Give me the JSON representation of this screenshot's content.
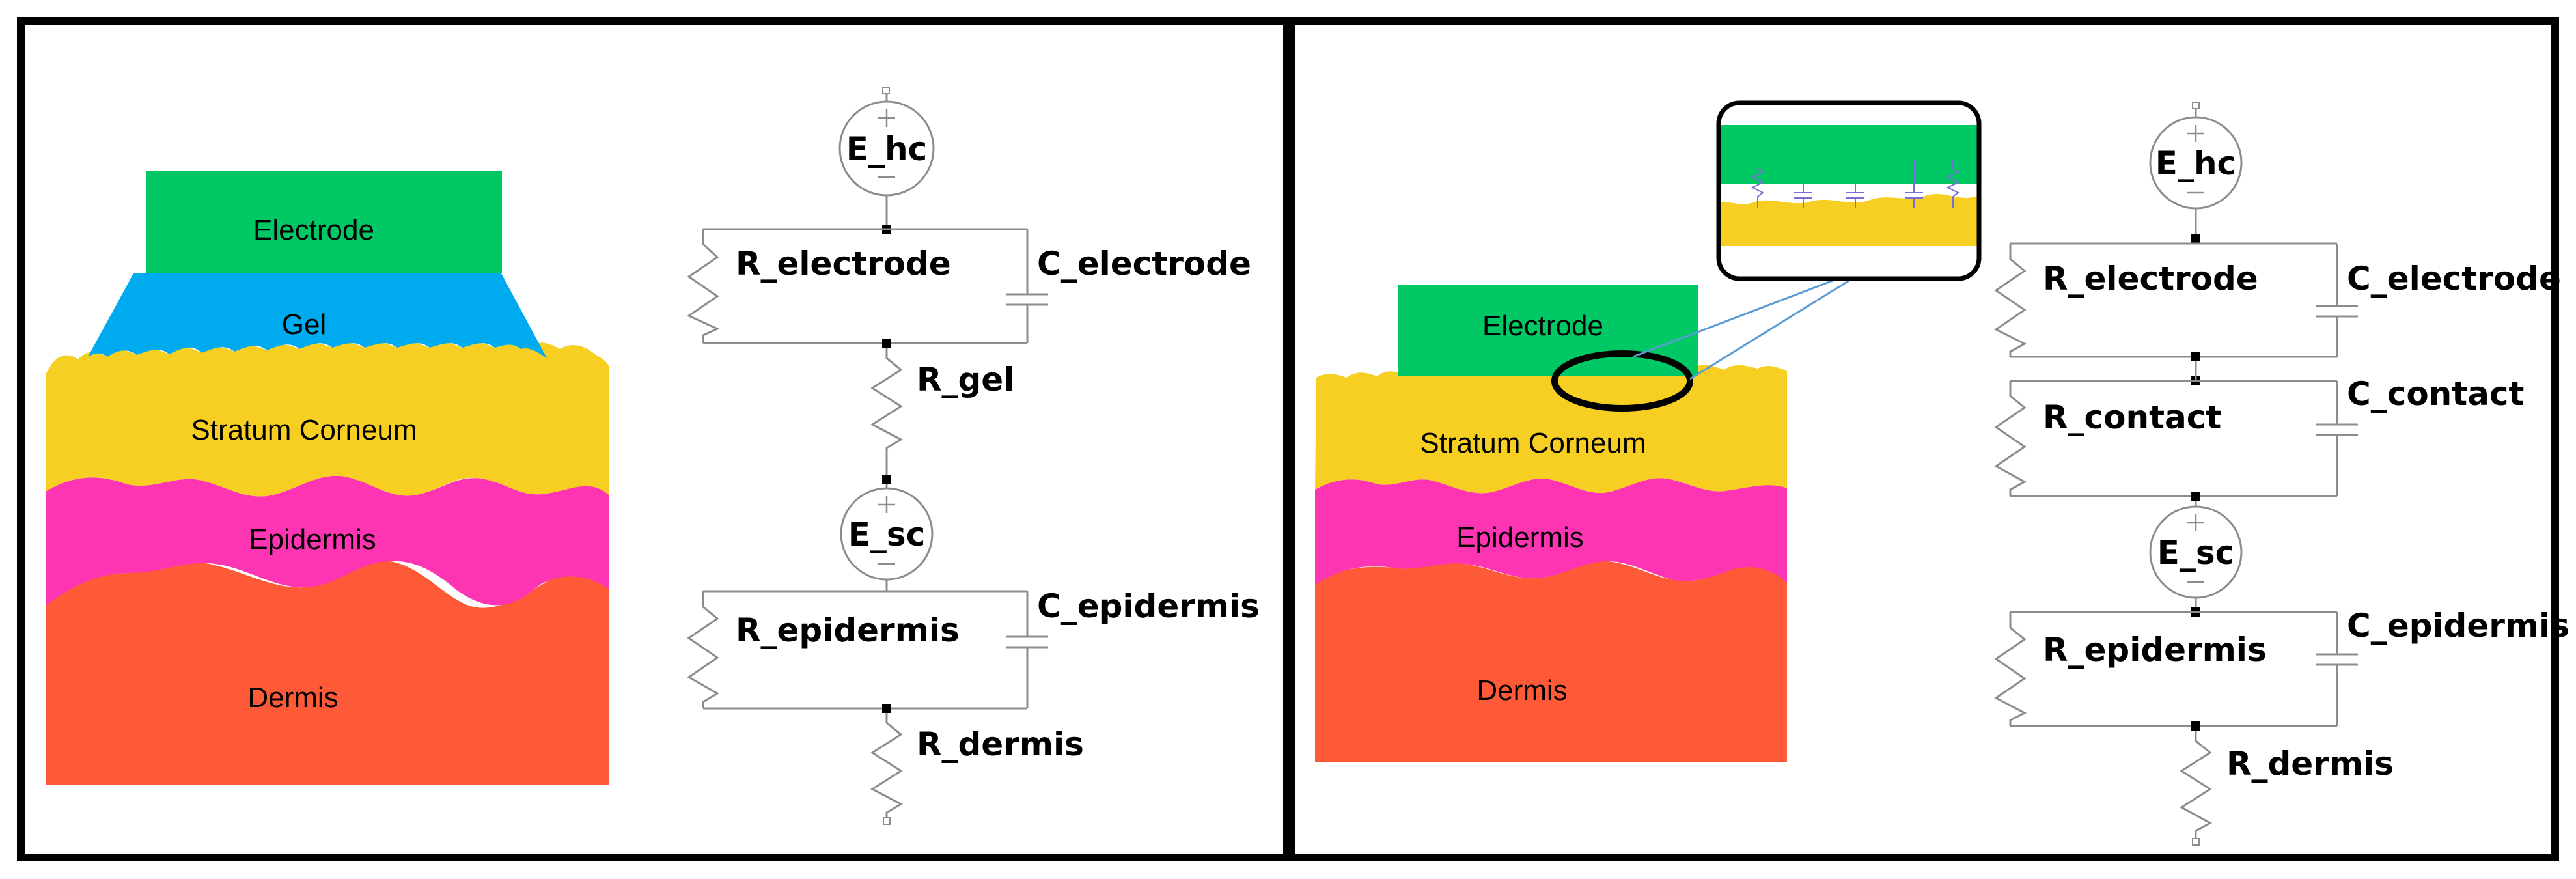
{
  "colors": {
    "electrode": "#00c864",
    "gel": "#00aaee",
    "stratum_corneum": "#f7cf22",
    "epidermis": "#fd35b3",
    "dermis": "#ff5a37",
    "frame": "#000000",
    "callout_line": "#5b9bd5",
    "wire": "#8c8c8c"
  },
  "left_panel": {
    "layers": {
      "electrode": "Electrode",
      "gel": "Gel",
      "stratum_corneum": "Stratum Corneum",
      "epidermis": "Epidermis",
      "dermis": "Dermis"
    },
    "circuit": {
      "source_top": "E_hc",
      "r_electrode": "R_electrode",
      "c_electrode": "C_electrode",
      "r_gel": "R_gel",
      "source_mid": "E_sc",
      "r_epidermis": "R_epidermis",
      "c_epidermis": "C_epidermis",
      "r_dermis": "R_dermis"
    }
  },
  "right_panel": {
    "layers": {
      "electrode": "Electrode",
      "stratum_corneum": "Stratum Corneum",
      "epidermis": "Epidermis",
      "dermis": "Dermis"
    },
    "circuit": {
      "source_top": "E_hc",
      "r_electrode": "R_electrode",
      "c_electrode": "C_electrode",
      "r_contact": "R_contact",
      "c_contact": "C_contact",
      "source_mid": "E_sc",
      "r_epidermis": "R_epidermis",
      "c_epidermis": "C_epidermis",
      "r_dermis": "R_dermis"
    }
  }
}
